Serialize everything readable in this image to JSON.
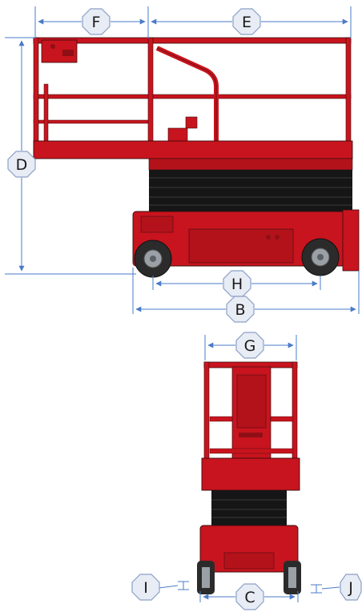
{
  "colors": {
    "body_red": "#c8141e",
    "dark_red": "#8e0f15",
    "outline": "#3a0d0d",
    "scissor": "#161616",
    "tire": "#2b2b2b",
    "hub": "#9aa0a6",
    "dimension_line": "#4a7bc8",
    "badge_fill": "#e8ecf4",
    "badge_stroke": "#8aa0c8"
  },
  "dimensions": {
    "F": "F",
    "E": "E",
    "D": "D",
    "H": "H",
    "B": "B",
    "G": "G",
    "I": "I",
    "C": "C",
    "J": "J"
  }
}
